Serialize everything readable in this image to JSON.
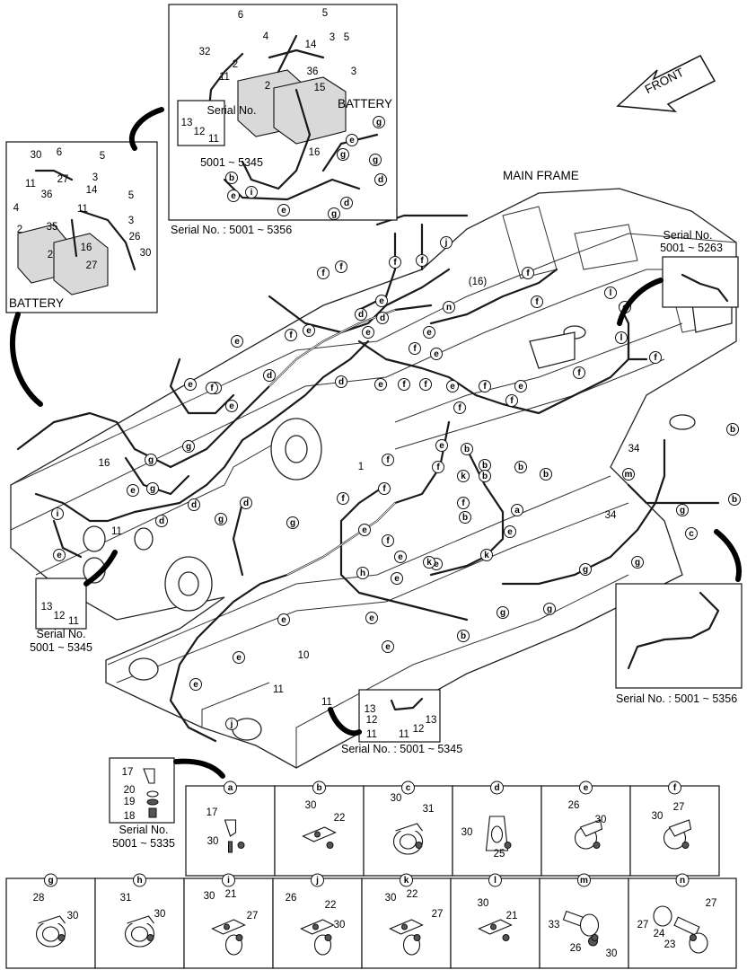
{
  "header": {
    "front_label": "FRONT",
    "main_frame_label": "MAIN FRAME"
  },
  "battery_top": {
    "label": "BATTERY",
    "serial_label": "Serial No.",
    "serial_range": "5001 ~ 5345",
    "footer": "Serial No. : 5001 ~ 5356",
    "parts": [
      "6",
      "5",
      "4",
      "3",
      "5",
      "14",
      "32",
      "2",
      "36",
      "3",
      "11",
      "2",
      "15",
      "13",
      "12",
      "11",
      "16"
    ]
  },
  "battery_left": {
    "label": "BATTERY",
    "parts": [
      "30",
      "6",
      "5",
      "11",
      "27",
      "3",
      "4",
      "36",
      "5",
      "11",
      "14",
      "2",
      "35",
      "3",
      "16",
      "26",
      "2",
      "27",
      "30"
    ]
  },
  "inset_right_top": {
    "serial_label": "Serial No.",
    "serial_range": "5001 ~ 5263"
  },
  "inset_left_mid": {
    "serial_label": "Serial No.",
    "serial_range": "5001 ~ 5345",
    "parts": [
      "13",
      "12",
      "11"
    ]
  },
  "inset_right_mid": {
    "footer": "Serial No. : 5001 ~ 5356"
  },
  "inset_bottom_mid": {
    "footer": "Serial No. : 5001 ~ 5345",
    "parts": [
      "13",
      "12",
      "11",
      "11",
      "12",
      "13"
    ]
  },
  "inset_a": {
    "serial_label": "Serial No.",
    "serial_range": "5001 ~ 5335",
    "parts": [
      "17",
      "20",
      "19",
      "18"
    ]
  },
  "main_parts": {
    "p16_paren": "(16)",
    "p1": "1",
    "p16": "16",
    "p11": "11",
    "p10": "10",
    "p34a": "34",
    "p34b": "34",
    "p11b": "11",
    "p11c": "11"
  },
  "clamp_table_row1": [
    {
      "letter": "a",
      "parts": [
        "17",
        "30"
      ]
    },
    {
      "letter": "b",
      "parts": [
        "30",
        "22"
      ]
    },
    {
      "letter": "c",
      "parts": [
        "30",
        "31"
      ]
    },
    {
      "letter": "d",
      "parts": [
        "30",
        "25"
      ]
    },
    {
      "letter": "e",
      "parts": [
        "26",
        "30"
      ]
    },
    {
      "letter": "f",
      "parts": [
        "27",
        "30"
      ]
    }
  ],
  "clamp_table_row2": [
    {
      "letter": "g",
      "parts": [
        "28",
        "30"
      ]
    },
    {
      "letter": "h",
      "parts": [
        "31",
        "30"
      ]
    },
    {
      "letter": "i",
      "parts": [
        "30",
        "21",
        "27"
      ]
    },
    {
      "letter": "j",
      "parts": [
        "26",
        "22",
        "30"
      ]
    },
    {
      "letter": "k",
      "parts": [
        "30",
        "22",
        "27"
      ]
    },
    {
      "letter": "l",
      "parts": [
        "30",
        "21"
      ]
    },
    {
      "letter": "m",
      "parts": [
        "33",
        "26",
        "30"
      ]
    },
    {
      "letter": "n",
      "parts": [
        "27",
        "24",
        "23",
        "27"
      ]
    }
  ],
  "bubble_letters": [
    "a",
    "b",
    "c",
    "d",
    "e",
    "f",
    "g",
    "h",
    "i",
    "j",
    "k",
    "l",
    "m",
    "n"
  ]
}
